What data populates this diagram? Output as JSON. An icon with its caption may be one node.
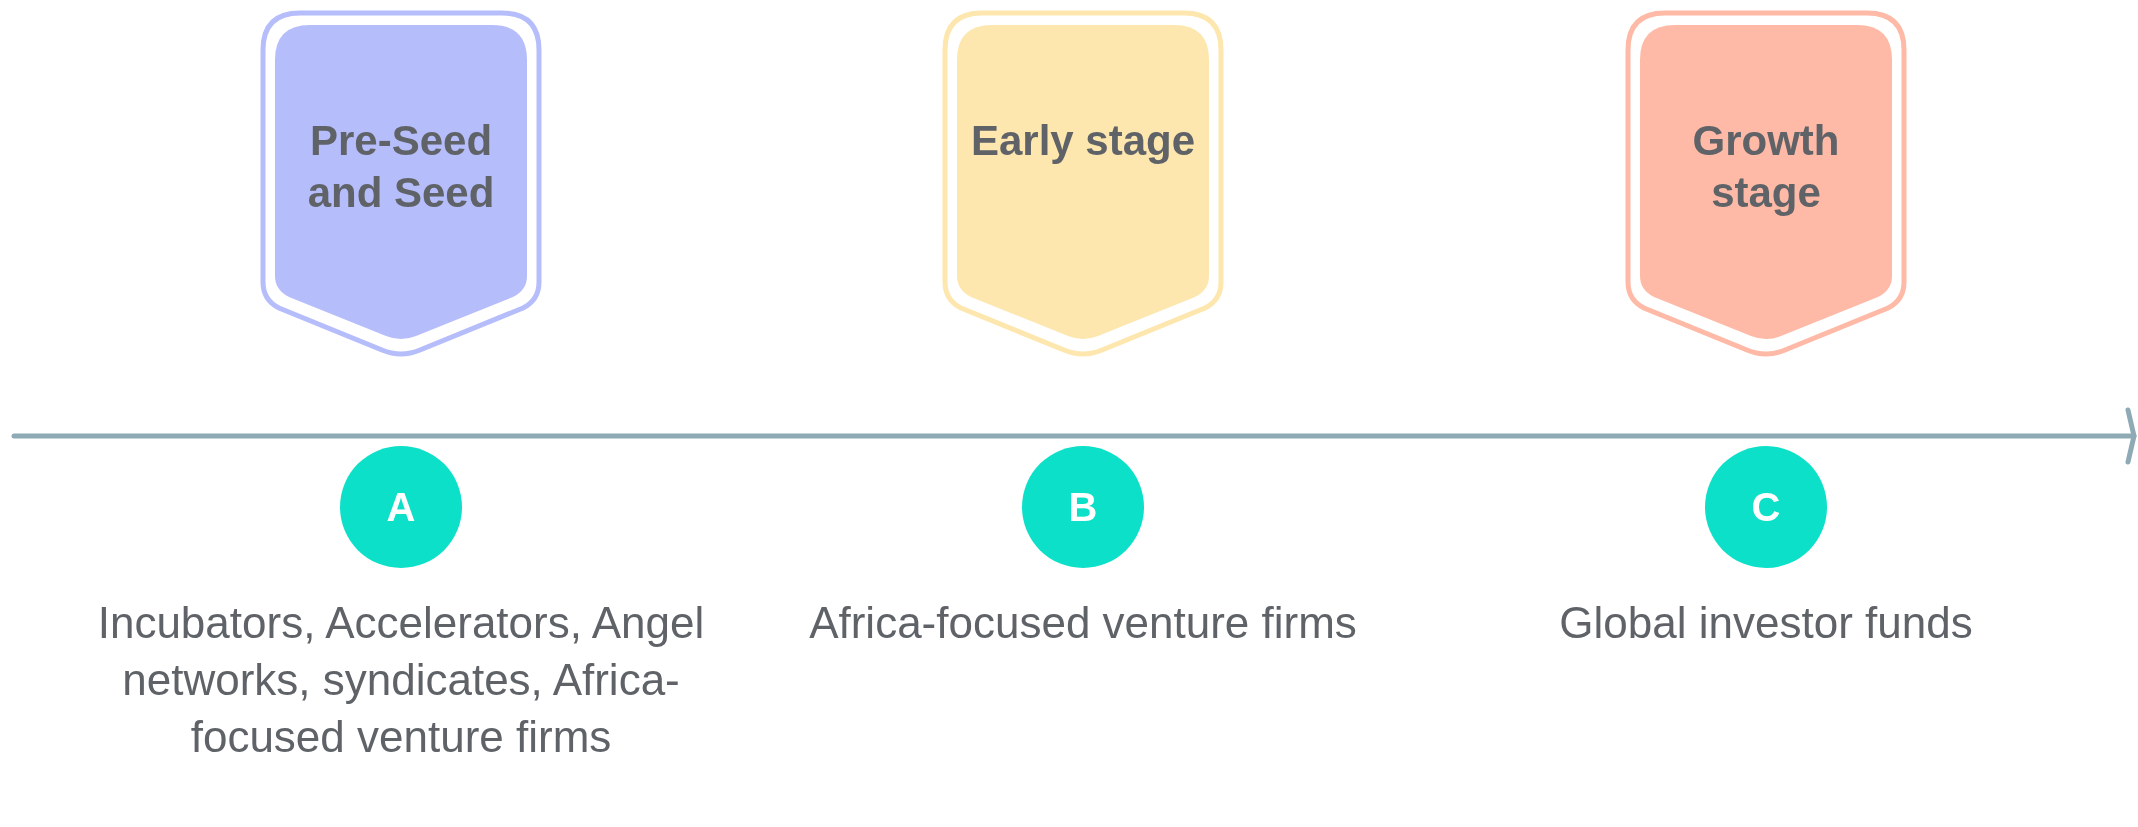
{
  "diagram": {
    "nodes": [
      {
        "text": [
          "Pre-Seed and Seed"
        ]
      },
      {
        "text": [
          "Early stage"
        ]
      },
      {
        "text": [
          "Growth stage"
        ]
      },
      {
        "text": [
          "A"
        ],
        "beside": [
          "Incubators, Accelerators, Angel networks, syndicates, Africa-focused venture firms"
        ]
      },
      {
        "text": [
          "B"
        ],
        "beside": [
          "Africa-focused venture firms"
        ]
      },
      {
        "text": [
          "C"
        ],
        "beside": [
          "Global investor funds"
        ]
      }
    ]
  }
}
